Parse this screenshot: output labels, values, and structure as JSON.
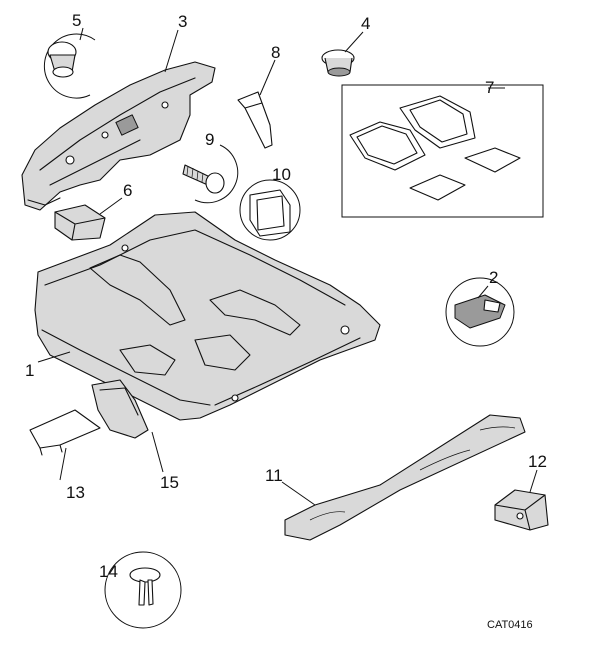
{
  "diagram": {
    "callouts": {
      "c1": "1",
      "c2": "2",
      "c3": "3",
      "c4": "4",
      "c5": "5",
      "c6": "6",
      "c7": "7",
      "c8": "8",
      "c9": "9",
      "c10": "10",
      "c11": "11",
      "c12": "12",
      "c13": "13",
      "c14": "14",
      "c15": "15"
    },
    "catalog_code": "CAT0416"
  }
}
